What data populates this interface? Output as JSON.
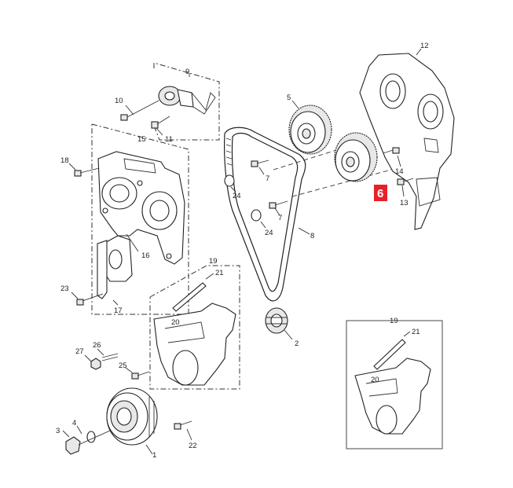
{
  "diagram": {
    "callouts": {
      "c1": "1",
      "c2": "2",
      "c3": "3",
      "c4": "4",
      "c5": "5",
      "c7a": "7",
      "c7b": "7",
      "c8": "8",
      "c9": "9",
      "c10": "10",
      "c11": "11",
      "c12": "12",
      "c13": "13",
      "c14": "14",
      "c15": "15",
      "c16": "16",
      "c17": "17",
      "c18": "18",
      "c19a": "19",
      "c19b": "19",
      "c20a": "20",
      "c20b": "20",
      "c21a": "21",
      "c21b": "21",
      "c22": "22",
      "c23": "23",
      "c24a": "24",
      "c24b": "24",
      "c25": "25",
      "c26": "26",
      "c27": "27"
    },
    "highlight": {
      "label": "6",
      "color": "#e8202a"
    }
  }
}
